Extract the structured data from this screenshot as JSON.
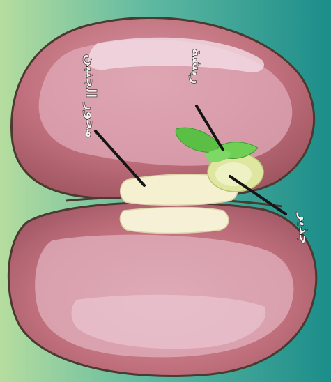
{
  "diagram": {
    "colors": {
      "background_left": "#a9d79a",
      "background_right": "#1f8f8c",
      "seed_coat": "#c0707c",
      "seed_coat_outline": "#4a3a30",
      "cotyledon_inner": "#e6b8c4",
      "cotyledon_highlight": "#f0d7e0",
      "radicle": "#f6f1d2",
      "plumule": "#5fbe47",
      "pointer_lines": "#151515"
    },
    "labels": {
      "embryo_axis": "ﻣﺤﻮﺭ ﺍﻟﺠﻨﻴﻦ",
      "plumule": "ﺭﻳﺸﺔ",
      "radicle": "ﺟﺬﻳﺮ"
    }
  }
}
